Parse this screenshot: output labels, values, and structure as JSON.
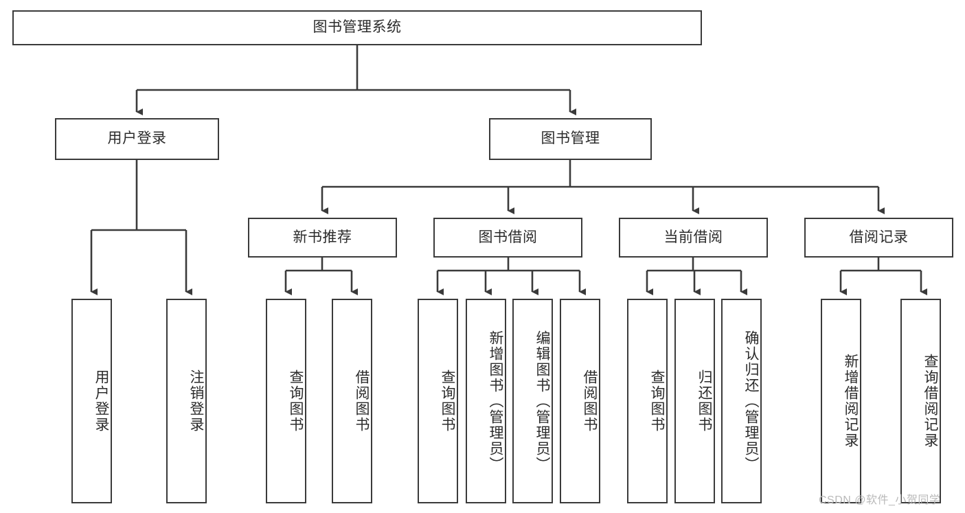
{
  "diagram": {
    "type": "tree",
    "title": "图书管理系统",
    "root": {
      "label": "图书管理系统"
    },
    "level2": [
      {
        "label": "用户登录"
      },
      {
        "label": "图书管理"
      }
    ],
    "level3": [
      {
        "label": "新书推荐"
      },
      {
        "label": "图书借阅"
      },
      {
        "label": "当前借阅"
      },
      {
        "label": "借阅记录"
      }
    ],
    "leaves": {
      "user_login": [
        {
          "label": "用户登录"
        },
        {
          "label": "注销登录"
        }
      ],
      "new_book": [
        {
          "label": "查询图书"
        },
        {
          "label": "借阅图书"
        }
      ],
      "book_borrow": [
        {
          "label": "查询图书"
        },
        {
          "label": "新增图书（管理员）"
        },
        {
          "label": "编辑图书（管理员）"
        },
        {
          "label": "借阅图书"
        }
      ],
      "current_borrow": [
        {
          "label": "查询图书"
        },
        {
          "label": "归还图书"
        },
        {
          "label": "确认归还（管理员）"
        }
      ],
      "borrow_record": [
        {
          "label": "新增借阅记录"
        },
        {
          "label": "查询借阅记录"
        }
      ]
    }
  },
  "watermark": {
    "text": "CSDN @软件_小贺同学"
  },
  "colors": {
    "stroke": "#3a3a3a",
    "text": "#2b2b2b",
    "background": "#ffffff",
    "watermark": "#b9b9b9"
  }
}
